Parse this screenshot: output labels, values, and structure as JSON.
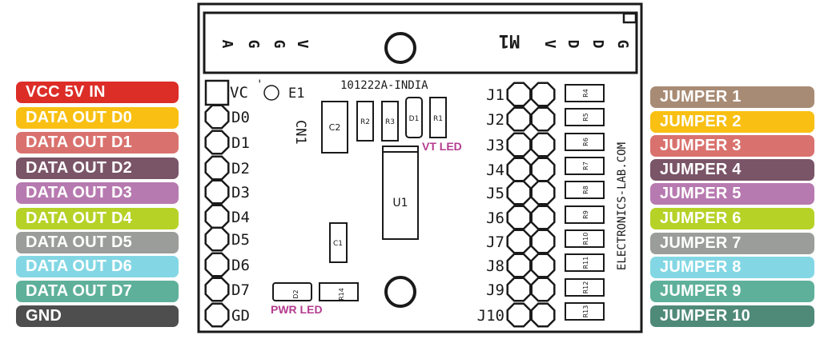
{
  "board": {
    "model": "101222A-INDIA",
    "silkscreen_url": "ELECTRONICS-LAB.COM",
    "motor_connector": "M1",
    "motor_pins": [
      "A",
      "G",
      "G",
      "V",
      "V",
      "D",
      "D",
      "G"
    ],
    "e1": "E1",
    "vc": "VC",
    "cn1": "CN1",
    "left_header": [
      "D0",
      "D1",
      "D2",
      "D3",
      "D4",
      "D5",
      "D6",
      "D7",
      "GD"
    ],
    "jumpers": [
      "J1",
      "J2",
      "J3",
      "J4",
      "J5",
      "J6",
      "J7",
      "J8",
      "J9",
      "J10"
    ],
    "resistors_right": [
      "R4",
      "R5",
      "R6",
      "R7",
      "R8",
      "R9",
      "R10",
      "R11",
      "R12",
      "R13"
    ],
    "components": {
      "c2": "C2",
      "r2": "R2",
      "r3": "R3",
      "d1": "D1",
      "r1": "R1",
      "u1": "U1",
      "c1": "C1",
      "d2": "D2",
      "r14": "R14"
    },
    "vt_led": "VT LED",
    "pwr_led": "PWR LED"
  },
  "left_labels": [
    {
      "text": "VCC 5V IN",
      "color": "#dd2d27"
    },
    {
      "text": "DATA OUT D0",
      "color": "#f9c013"
    },
    {
      "text": "DATA OUT D1",
      "color": "#d9726e"
    },
    {
      "text": "DATA OUT D2",
      "color": "#7a5467"
    },
    {
      "text": "DATA OUT D3",
      "color": "#b77ab0"
    },
    {
      "text": "DATA OUT D4",
      "color": "#b6d227"
    },
    {
      "text": "DATA OUT D5",
      "color": "#9b9d9a"
    },
    {
      "text": "DATA OUT D6",
      "color": "#83d7e4"
    },
    {
      "text": "DATA OUT D7",
      "color": "#5fb09a"
    },
    {
      "text": "GND",
      "color": "#4e4e4e"
    }
  ],
  "right_labels": [
    {
      "text": "JUMPER 1",
      "color": "#a88b74"
    },
    {
      "text": "JUMPER 2",
      "color": "#f9c013"
    },
    {
      "text": "JUMPER 3",
      "color": "#d9726e"
    },
    {
      "text": "JUMPER 4",
      "color": "#7a5467"
    },
    {
      "text": "JUMPER 5",
      "color": "#b77ab0"
    },
    {
      "text": "JUMPER 6",
      "color": "#b6d227"
    },
    {
      "text": "JUMPER 7",
      "color": "#9b9d9a"
    },
    {
      "text": "JUMPER 8",
      "color": "#83d7e4"
    },
    {
      "text": "JUMPER 9",
      "color": "#5fb09a"
    },
    {
      "text": "JUMPER 10",
      "color": "#4f8a78"
    }
  ],
  "colors": {
    "led_label": "#b43c8e",
    "outline": "#1a1a1a"
  }
}
